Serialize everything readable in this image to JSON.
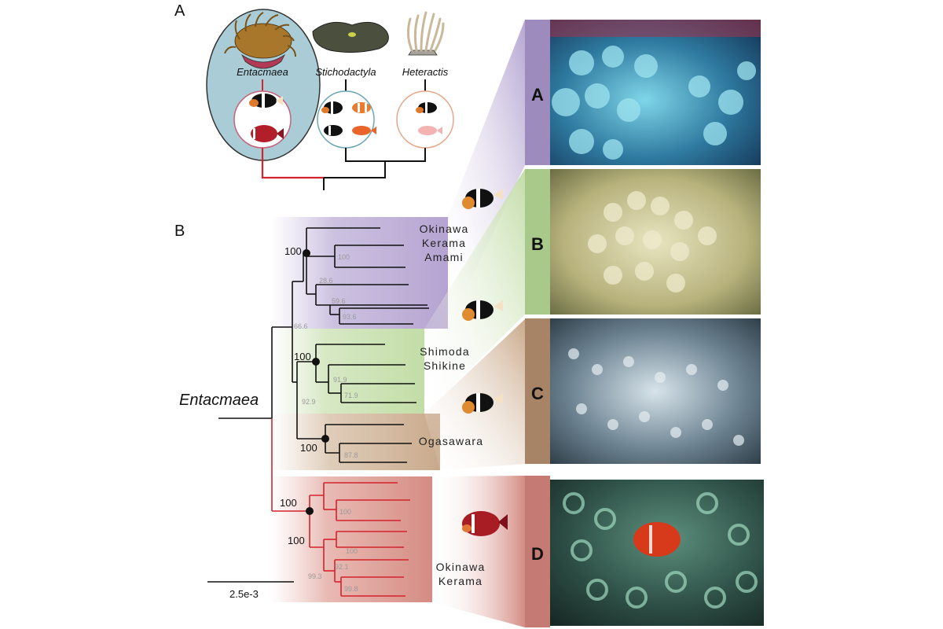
{
  "panel_a": {
    "letter": "A",
    "genera": [
      {
        "name": "Entacmaea"
      },
      {
        "name": "Stichodactyla"
      },
      {
        "name": "Heteractis"
      }
    ]
  },
  "panel_b": {
    "letter": "B",
    "root_label": "Entacmaea",
    "scale_label": "2.5e-3",
    "clades": [
      {
        "id": "A",
        "lines": [
          "Okinawa",
          "Kerama",
          "Amami"
        ],
        "color": "#b7a6cf"
      },
      {
        "id": "B",
        "lines": [
          "Shimoda",
          "Shikine"
        ],
        "color": "#bcd8a0"
      },
      {
        "id": "C",
        "lines": [
          "Ogasawara"
        ],
        "color": "#c4a587"
      },
      {
        "id": "D",
        "lines": [
          "Okinawa",
          "Kerama"
        ],
        "color": "#d08a82"
      }
    ],
    "supports": {
      "a_node": "100",
      "a_inner": "100",
      "a_286": "28.6",
      "a_596": "59.6",
      "a_936": "93.6",
      "root_666": "66.6",
      "b_node": "100",
      "b_919": "91.9",
      "b_719": "71.9",
      "bc_929": "92.9",
      "c_node": "100",
      "c_878": "87.8",
      "d_node": "100",
      "d_inner": "100",
      "d_left100": "100",
      "d_100b": "100",
      "d_921": "92.1",
      "d_993": "99.3",
      "d_998": "99.8"
    }
  },
  "photos": [
    {
      "letter": "A",
      "color": "#9e8bbd"
    },
    {
      "letter": "B",
      "color": "#a9c98b"
    },
    {
      "letter": "C",
      "color": "#a88466"
    },
    {
      "letter": "D",
      "color": "#c57b73"
    }
  ]
}
